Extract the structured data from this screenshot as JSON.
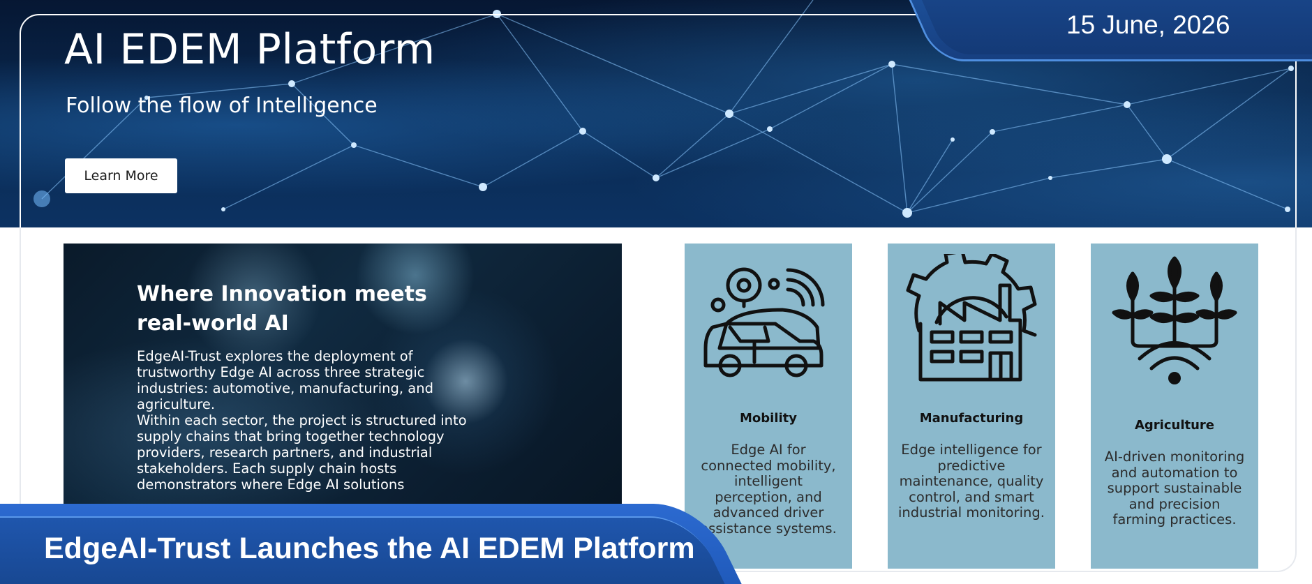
{
  "hero": {
    "title": "AI EDEM Platform",
    "subtitle": "Follow the flow of Intelligence",
    "cta_label": "Learn More"
  },
  "date": {
    "text": "15 June, 2026"
  },
  "intro": {
    "heading": "Where Innovation meets real-world AI",
    "paragraph_1": "EdgeAI-Trust explores the deployment of trustworthy Edge AI across three strategic industries: automotive, manufacturing, and agriculture.",
    "paragraph_2": "Within each sector, the project is structured into supply chains that bring together technology providers, research partners, and industrial stakeholders. Each supply chain hosts demonstrators where Edge AI solutions"
  },
  "sectors": [
    {
      "name": "Mobility",
      "icon": "car-location-wifi-icon",
      "description": "Edge AI for connected mobility, intelligent perception, and advanced driver assistance systems."
    },
    {
      "name": "Manufacturing",
      "icon": "factory-gear-icon",
      "description": "Edge intelligence for predictive maintenance, quality control, and smart industrial monitoring."
    },
    {
      "name": "Agriculture",
      "icon": "plant-wifi-icon",
      "description": "AI-driven monitoring and automation to support sustainable and precision farming practices."
    }
  ],
  "banner": {
    "headline": "EdgeAI-Trust Launches the AI EDEM Platform"
  },
  "colors": {
    "hero_bg": "#0a2a52",
    "accent_blue": "#1f56ad",
    "card_teal": "#8bb9cc",
    "white": "#ffffff"
  }
}
